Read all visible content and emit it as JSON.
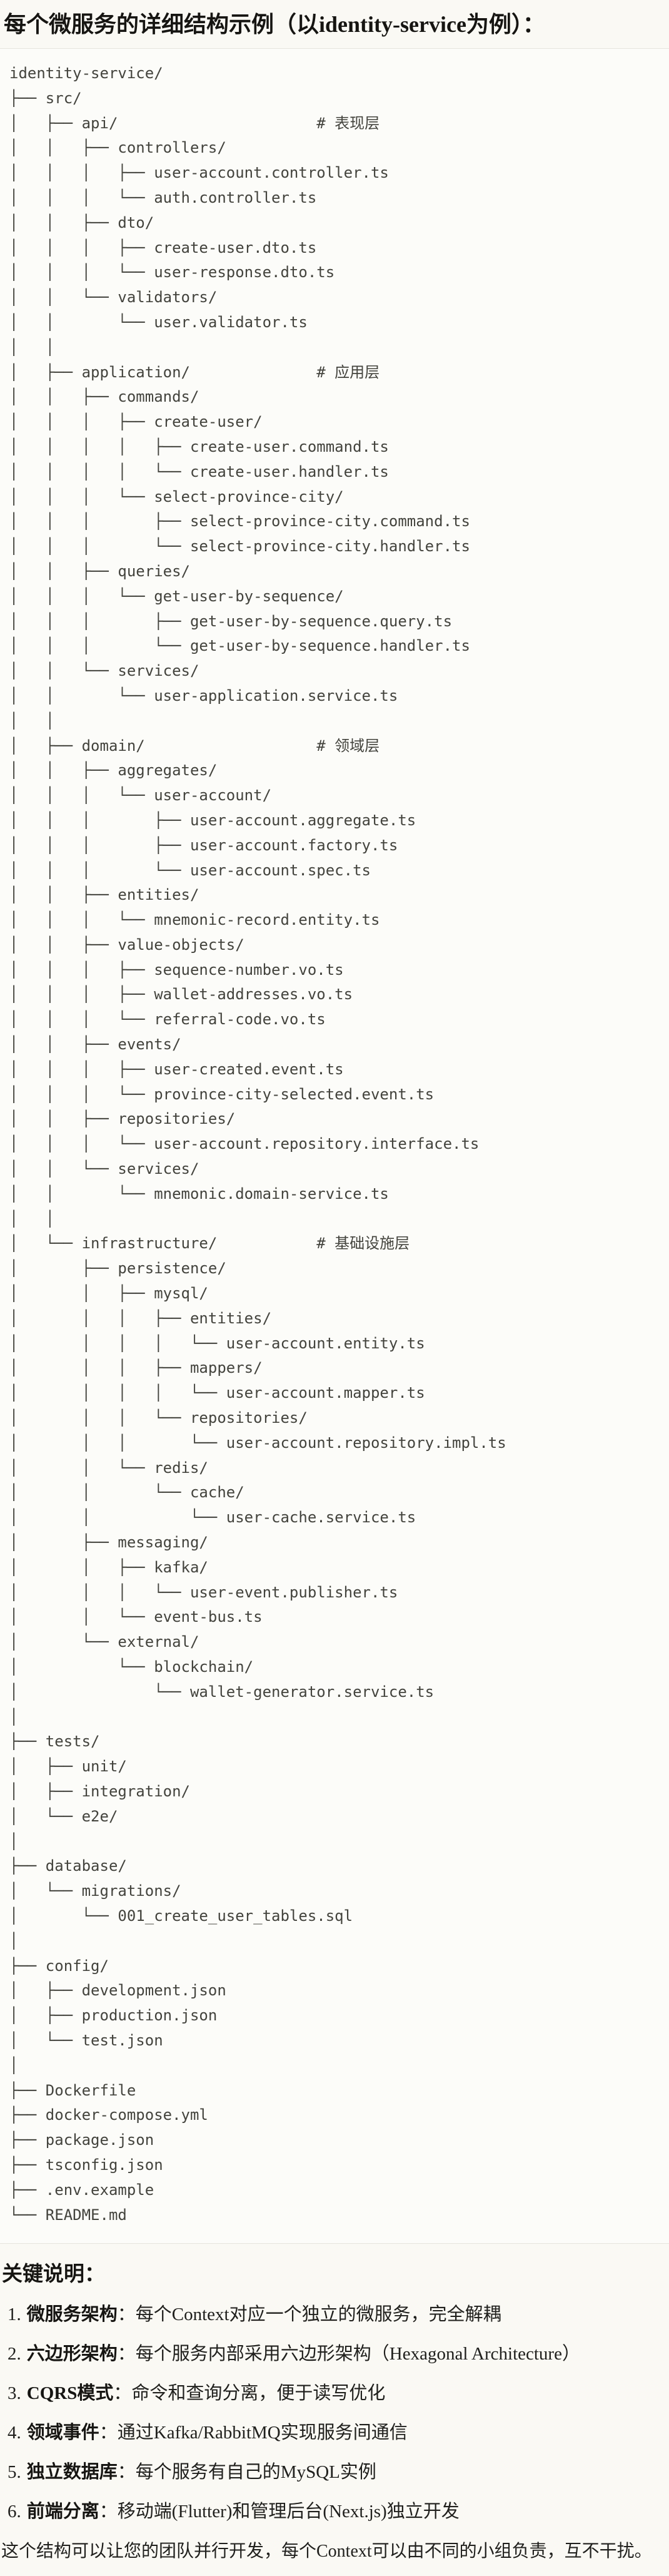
{
  "page": {
    "title": "每个微服务的详细结构示例（以identity-service为例）："
  },
  "tree": {
    "lines": [
      "identity-service/",
      "├── src/",
      "│   ├── api/                      # 表现层",
      "│   │   ├── controllers/",
      "│   │   │   ├── user-account.controller.ts",
      "│   │   │   └── auth.controller.ts",
      "│   │   ├── dto/",
      "│   │   │   ├── create-user.dto.ts",
      "│   │   │   └── user-response.dto.ts",
      "│   │   └── validators/",
      "│   │       └── user.validator.ts",
      "│   │",
      "│   ├── application/              # 应用层",
      "│   │   ├── commands/",
      "│   │   │   ├── create-user/",
      "│   │   │   │   ├── create-user.command.ts",
      "│   │   │   │   └── create-user.handler.ts",
      "│   │   │   └── select-province-city/",
      "│   │   │       ├── select-province-city.command.ts",
      "│   │   │       └── select-province-city.handler.ts",
      "│   │   ├── queries/",
      "│   │   │   └── get-user-by-sequence/",
      "│   │   │       ├── get-user-by-sequence.query.ts",
      "│   │   │       └── get-user-by-sequence.handler.ts",
      "│   │   └── services/",
      "│   │       └── user-application.service.ts",
      "│   │",
      "│   ├── domain/                   # 领域层",
      "│   │   ├── aggregates/",
      "│   │   │   └── user-account/",
      "│   │   │       ├── user-account.aggregate.ts",
      "│   │   │       ├── user-account.factory.ts",
      "│   │   │       └── user-account.spec.ts",
      "│   │   ├── entities/",
      "│   │   │   └── mnemonic-record.entity.ts",
      "│   │   ├── value-objects/",
      "│   │   │   ├── sequence-number.vo.ts",
      "│   │   │   ├── wallet-addresses.vo.ts",
      "│   │   │   └── referral-code.vo.ts",
      "│   │   ├── events/",
      "│   │   │   ├── user-created.event.ts",
      "│   │   │   └── province-city-selected.event.ts",
      "│   │   ├── repositories/",
      "│   │   │   └── user-account.repository.interface.ts",
      "│   │   └── services/",
      "│   │       └── mnemonic.domain-service.ts",
      "│   │",
      "│   └── infrastructure/           # 基础设施层",
      "│       ├── persistence/",
      "│       │   ├── mysql/",
      "│       │   │   ├── entities/",
      "│       │   │   │   └── user-account.entity.ts",
      "│       │   │   ├── mappers/",
      "│       │   │   │   └── user-account.mapper.ts",
      "│       │   │   └── repositories/",
      "│       │   │       └── user-account.repository.impl.ts",
      "│       │   └── redis/",
      "│       │       └── cache/",
      "│       │           └── user-cache.service.ts",
      "│       ├── messaging/",
      "│       │   ├── kafka/",
      "│       │   │   └── user-event.publisher.ts",
      "│       │   └── event-bus.ts",
      "│       └── external/",
      "│           └── blockchain/",
      "│               └── wallet-generator.service.ts",
      "│",
      "├── tests/",
      "│   ├── unit/",
      "│   ├── integration/",
      "│   └── e2e/",
      "│",
      "├── database/",
      "│   └── migrations/",
      "│       └── 001_create_user_tables.sql",
      "│",
      "├── config/",
      "│   ├── development.json",
      "│   ├── production.json",
      "│   └── test.json",
      "│",
      "├── Dockerfile",
      "├── docker-compose.yml",
      "├── package.json",
      "├── tsconfig.json",
      "├── .env.example",
      "└── README.md"
    ]
  },
  "notes": {
    "heading": "关键说明：",
    "items": [
      {
        "num": "1.",
        "label": "微服务架构",
        "sep": "：",
        "text": "每个Context对应一个独立的微服务，完全解耦"
      },
      {
        "num": "2.",
        "label": "六边形架构",
        "sep": "：",
        "text": "每个服务内部采用六边形架构（Hexagonal Architecture）"
      },
      {
        "num": "3.",
        "label": "CQRS模式",
        "sep": "：",
        "text": "命令和查询分离，便于读写优化"
      },
      {
        "num": "4.",
        "label": "领域事件",
        "sep": "：",
        "text": "通过Kafka/RabbitMQ实现服务间通信"
      },
      {
        "num": "5.",
        "label": "独立数据库",
        "sep": "：",
        "text": "每个服务有自己的MySQL实例"
      },
      {
        "num": "6.",
        "label": "前端分离",
        "sep": "：",
        "text": "移动端(Flutter)和管理后台(Next.js)独立开发"
      }
    ]
  },
  "footer": {
    "text": "这个结构可以让您的团队并行开发，每个Context可以由不同的小组负责，互不干扰。"
  },
  "colors": {
    "page_bg": "#FAF9F4",
    "code_bg": "#FCFCF9",
    "code_border": "#E6E4DD",
    "tree_text": "#43433D",
    "body_text": "#20201D"
  }
}
